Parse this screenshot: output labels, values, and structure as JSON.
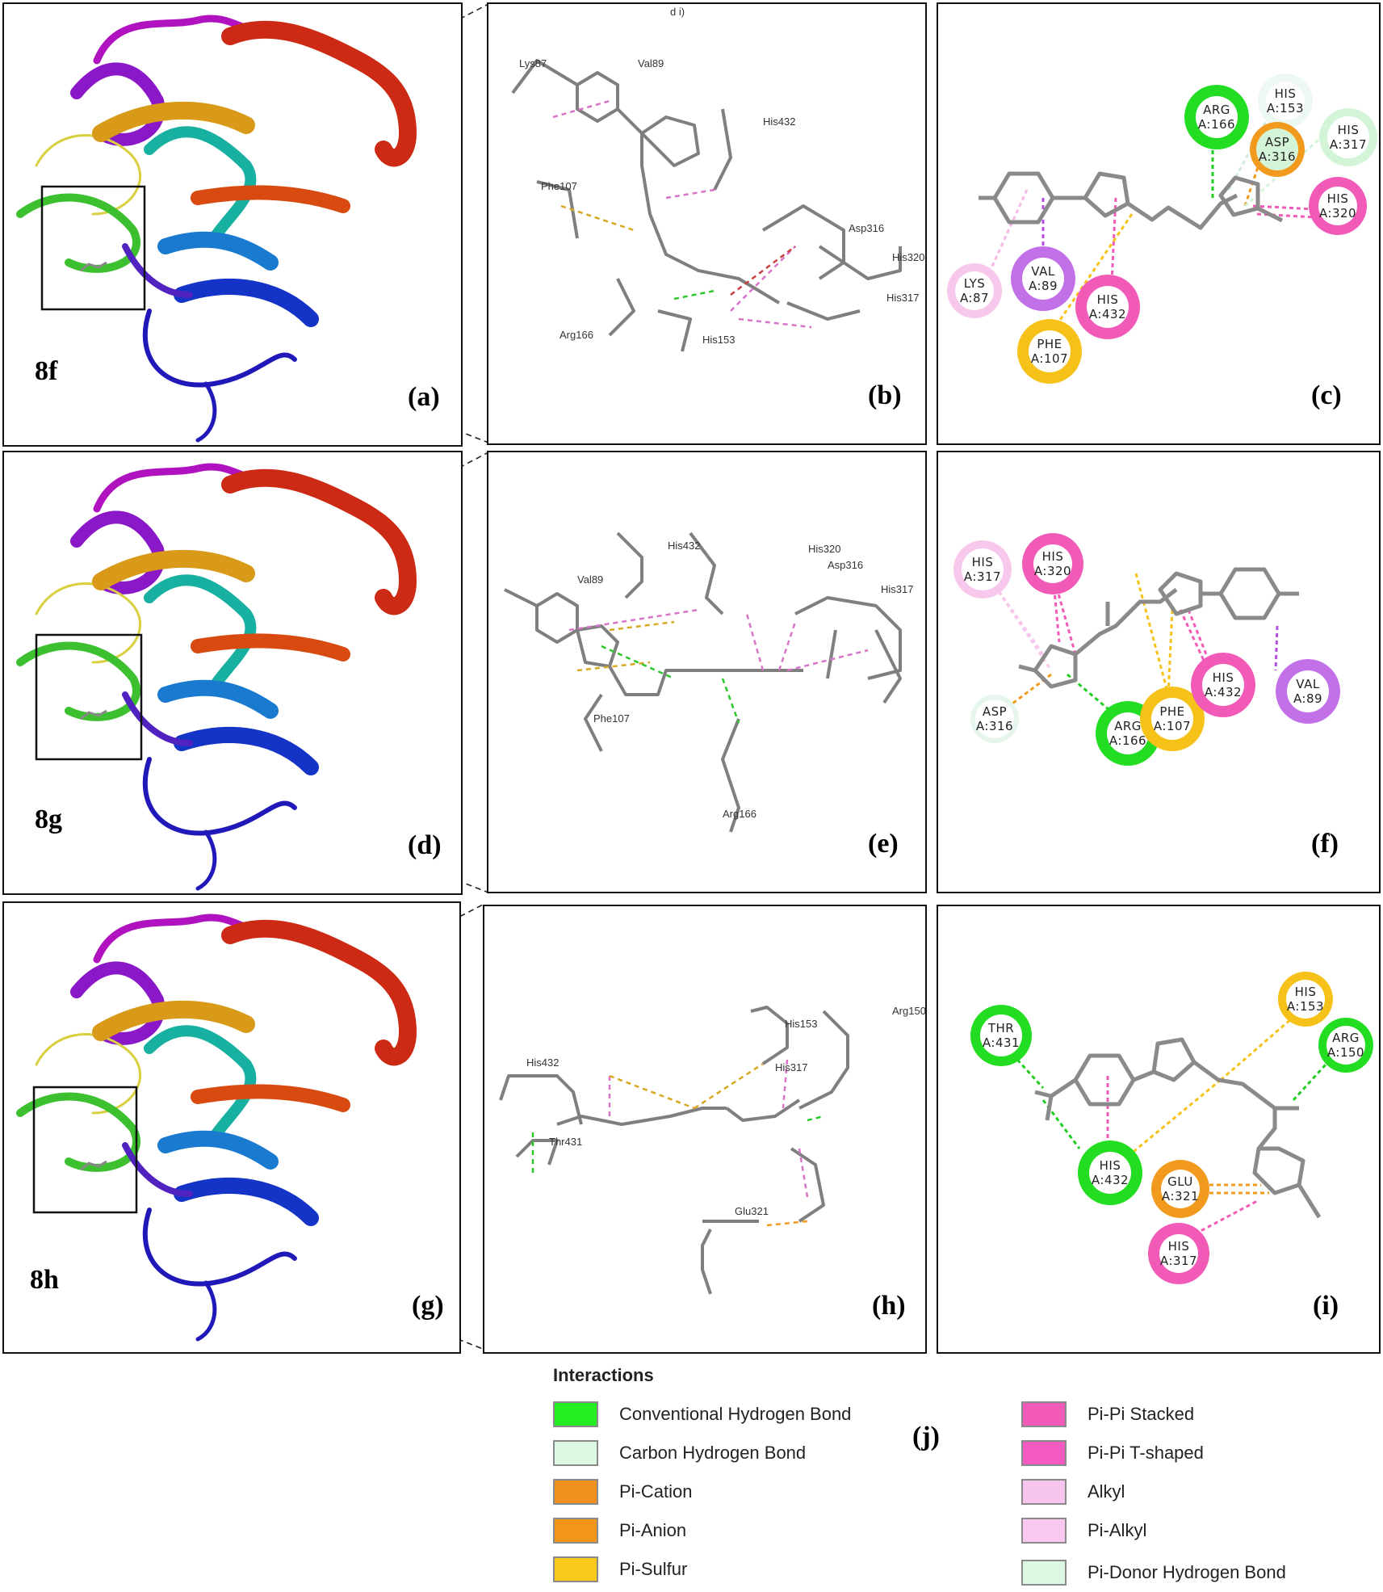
{
  "panels": {
    "a": {
      "label": "(a)",
      "compound": "8f"
    },
    "b": {
      "label": "(b)",
      "top_text": "d i)",
      "residues": [
        "Lys87",
        "Val89",
        "His432",
        "Phe107",
        "Asp316",
        "His320",
        "His317",
        "Arg166",
        "His153"
      ]
    },
    "c": {
      "label": "(c)",
      "residues": [
        {
          "name": "ARG",
          "num": "A:166",
          "color": "#22dd22"
        },
        {
          "name": "HIS",
          "num": "A:153",
          "color": "#e6f6ec"
        },
        {
          "name": "ASP",
          "num": "A:316",
          "color": "#f29a1e"
        },
        {
          "name": "HIS",
          "num": "A:317",
          "color": "#d4f4d8"
        },
        {
          "name": "HIS",
          "num": "A:320",
          "color": "#f25ab8"
        },
        {
          "name": "LYS",
          "num": "A:87",
          "color": "#f8c8ec"
        },
        {
          "name": "VAL",
          "num": "A:89",
          "color": "#c270e8"
        },
        {
          "name": "HIS",
          "num": "A:432",
          "color": "#f25ab8"
        },
        {
          "name": "PHE",
          "num": "A:107",
          "color": "#f6c21a"
        }
      ]
    },
    "d": {
      "label": "(d)",
      "compound": "8g"
    },
    "e": {
      "label": "(e)",
      "residues": [
        "His432",
        "Val89",
        "His320",
        "Asp316",
        "His317",
        "Phe107",
        "Arg166"
      ]
    },
    "f": {
      "label": "(f)",
      "residues": [
        {
          "name": "HIS",
          "num": "A:317",
          "color": "#f8c8ec"
        },
        {
          "name": "HIS",
          "num": "A:320",
          "color": "#f25ab8"
        },
        {
          "name": "ASP",
          "num": "A:316",
          "color": "#e6f6ec"
        },
        {
          "name": "ARG",
          "num": "A:166",
          "color": "#22dd22"
        },
        {
          "name": "PHE",
          "num": "A:107",
          "color": "#f6c21a"
        },
        {
          "name": "HIS",
          "num": "A:432",
          "color": "#f25ab8"
        },
        {
          "name": "VAL",
          "num": "A:89",
          "color": "#c270e8"
        }
      ]
    },
    "g": {
      "label": "(g)",
      "compound": "8h"
    },
    "h": {
      "label": "(h)",
      "residues": [
        "His432",
        "Thr431",
        "His153",
        "His317",
        "Arg150",
        "Glu321"
      ]
    },
    "i": {
      "label": "(i)",
      "residues": [
        {
          "name": "THR",
          "num": "A:431",
          "color": "#22dd22"
        },
        {
          "name": "HIS",
          "num": "A:153",
          "color": "#f6c21a"
        },
        {
          "name": "ARG",
          "num": "A:150",
          "color": "#22dd22"
        },
        {
          "name": "HIS",
          "num": "A:432",
          "color": "#22dd22"
        },
        {
          "name": "GLU",
          "num": "A:321",
          "color": "#f29a1e"
        },
        {
          "name": "HIS",
          "num": "A:317",
          "color": "#f25ab8"
        }
      ]
    }
  },
  "legend": {
    "title": "Interactions",
    "label": "(j)",
    "left": [
      {
        "text": "Conventional Hydrogen Bond",
        "color": "#22ee22"
      },
      {
        "text": "Carbon Hydrogen Bond",
        "color": "#dcf8e2"
      },
      {
        "text": "Pi-Cation",
        "color": "#f0901e"
      },
      {
        "text": "Pi-Anion",
        "color": "#f2961a"
      },
      {
        "text": "Pi-Sulfur",
        "color": "#f8c81a"
      }
    ],
    "right": [
      {
        "text": "Pi-Pi Stacked",
        "color": "#f25ab8"
      },
      {
        "text": "Pi-Pi T-shaped",
        "color": "#f45ac0"
      },
      {
        "text": "Alkyl",
        "color": "#f6c4ec"
      },
      {
        "text": "Pi-Alkyl",
        "color": "#f8c8ee"
      },
      {
        "text": "Pi-Donor Hydrogen Bond",
        "color": "#dcf8e2"
      }
    ]
  }
}
